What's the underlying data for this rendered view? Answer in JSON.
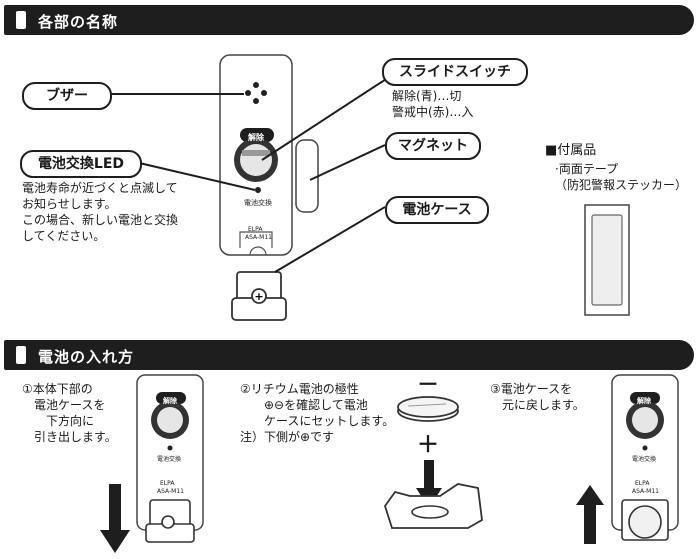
{
  "section1": {
    "title": "各部の名称"
  },
  "section2": {
    "title": "電池の入れ方"
  },
  "labels": {
    "buzzer": "ブザー",
    "slide_switch": "スライドスイッチ",
    "switch_note": "解除(青)…切\n警戒中(赤)…入",
    "magnet": "マグネット",
    "battery_led": "電池交換LED",
    "led_note": "電池寿命が近づくと点滅して\nお知らせします。\nこの場合、新しい電池と交換\nしてください。",
    "battery_case": "電池ケース"
  },
  "accessories": {
    "title": "■付属品",
    "item": "·両面テープ\n（防犯警報ステッカー）"
  },
  "device": {
    "release_label": "解除",
    "led_caption": "電池交換",
    "brand": "ELPA",
    "model": "ASA-M11"
  },
  "steps": {
    "step1": "①本体下部の\n　電池ケースを\n　　下方向に\n　引き出します。",
    "step2": "②リチウム電池の極性\n　　⊕⊖を確認して電池\n　　ケースにセットします。\n注）下側が⊕です",
    "step3": "③電池ケースを\n　元に戻します。",
    "minus_sign": "－",
    "plus_sign": "＋"
  }
}
